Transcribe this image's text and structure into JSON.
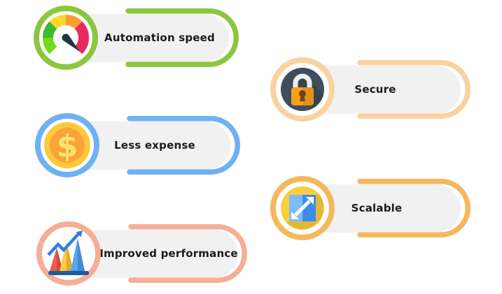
{
  "background": "#ffffff",
  "text_color": "#1b1b1b",
  "label_pill_color": "#f1f1f2",
  "items": [
    {
      "label": "Automation speed",
      "accent": "#8cc63f",
      "icon": {
        "name": "speedometer-icon",
        "segments": [
          "#72dc1c",
          "#3fbb2f",
          "#ffd72e",
          "#fc9e2f",
          "#e92a5f"
        ],
        "needle": "#22353f"
      }
    },
    {
      "label": "Less expense",
      "accent": "#6fb1f2",
      "icon": {
        "name": "dollar-coin-icon",
        "coin_face": "#fec839",
        "coin_center": "#f9a43b",
        "symbol": "$",
        "symbol_color": "#ffe170"
      }
    },
    {
      "label": "Improved performance",
      "accent": "#f5ae97",
      "icon": {
        "name": "growth-chart-icon",
        "bars": [
          "#f6584c",
          "#ffc93f",
          "#55a5f8"
        ],
        "trend_line": "#2e7ee4",
        "baseline": "#1f5aa0"
      }
    },
    {
      "label": "Secure",
      "accent": "#fad2a0",
      "icon": {
        "name": "padlock-icon",
        "disc": "#3e4e5b",
        "body": "#f9a01b",
        "shackle": "#edf0f2",
        "keyhole": "#6f441c"
      }
    },
    {
      "label": "Scalable",
      "accent": "#f5b85c",
      "icon": {
        "name": "expand-arrows-icon",
        "disc": "#fbce3f",
        "square_light": "#7dbcf8",
        "square_dark": "#3c8cef",
        "arrows": "#ffffff"
      }
    }
  ]
}
